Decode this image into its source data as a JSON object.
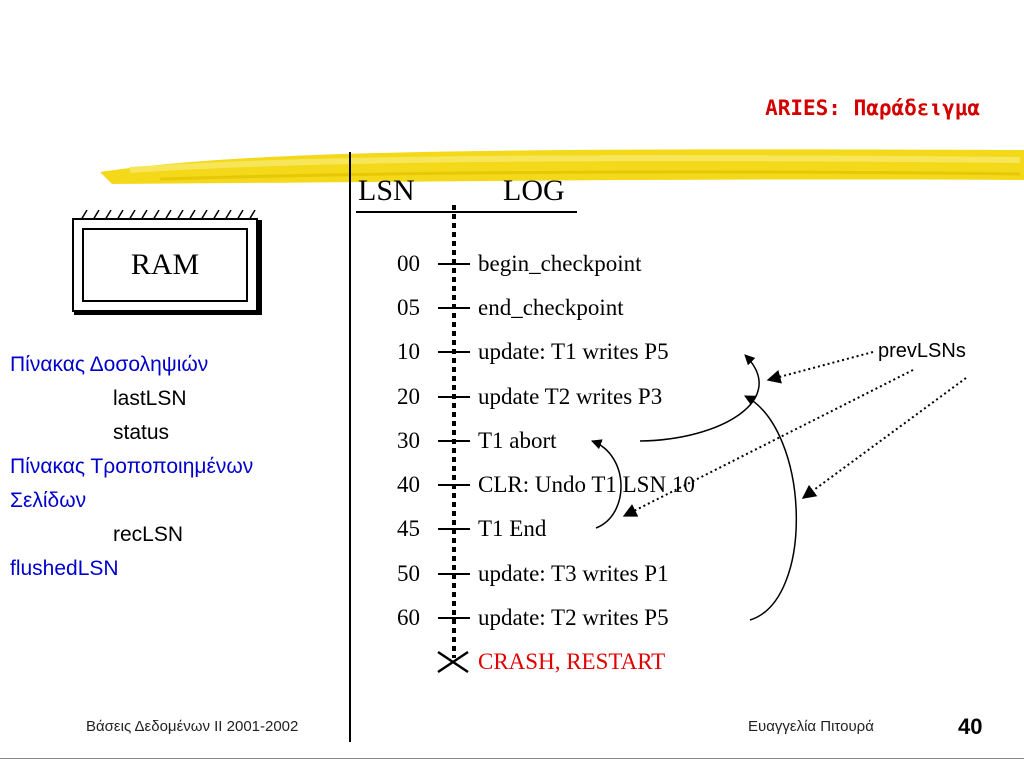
{
  "title": "ARIES: Παράδειγμα",
  "log_header": {
    "lsn": "LSN",
    "log": "LOG"
  },
  "ram_label": "RAM",
  "left_panel": {
    "transaction_table": "Πίνακας Δοσοληψιών",
    "last_lsn": "lastLSN",
    "status": "status",
    "dirty_page_table_line1": "Πίνακας Τροποποιημένων",
    "dirty_page_table_line2": "Σελίδων",
    "rec_lsn": "recLSN",
    "flushed_lsn": "flushedLSN"
  },
  "log_entries": [
    {
      "lsn": "00",
      "text": "begin_checkpoint"
    },
    {
      "lsn": "05",
      "text": " end_checkpoint"
    },
    {
      "lsn": "10",
      "text": "update: T1 writes P5"
    },
    {
      "lsn": "20",
      "text": "update T2 writes P3"
    },
    {
      "lsn": "30",
      "text": "T1 abort"
    },
    {
      "lsn": "40",
      "text": "CLR: Undo T1 LSN 10"
    },
    {
      "lsn": "45",
      "text": "T1 End"
    },
    {
      "lsn": "50",
      "text": "update: T3 writes P1"
    },
    {
      "lsn": "60",
      "text": "update: T2 writes P5"
    }
  ],
  "crash_text": "CRASH, RESTART",
  "prev_lsns_label": "prevLSNs",
  "footer": {
    "left": "Βάσεις Δεδομένων ΙΙ 2001-2002",
    "right": "Ευαγγελία  Πιτουρά",
    "page": "40"
  },
  "colors": {
    "title": "#d40000",
    "left_panel_text": "#0000cc",
    "crash": "#e00000",
    "highlighter": "#f2d500"
  }
}
